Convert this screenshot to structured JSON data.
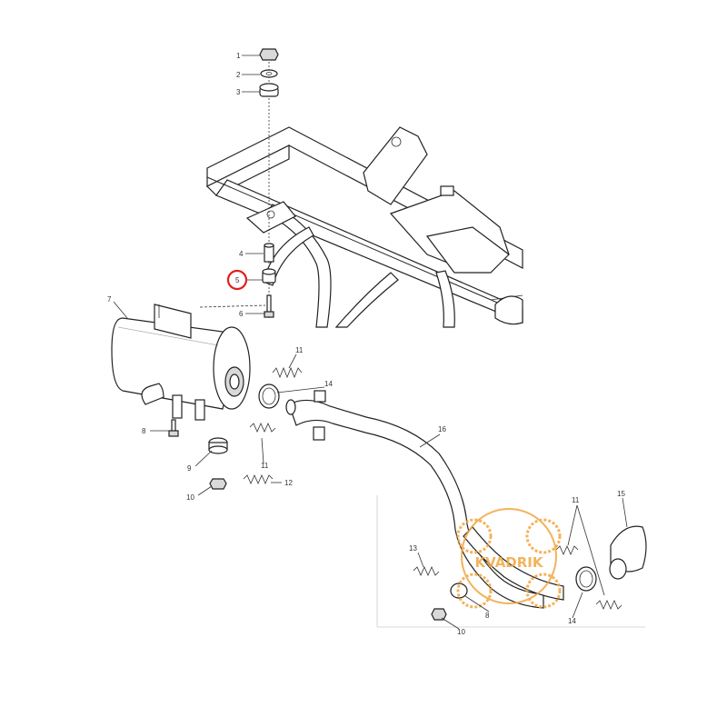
{
  "callouts": {
    "p1": "1",
    "p2": "2",
    "p3": "3",
    "p4": "4",
    "p5": "5",
    "p6": "6",
    "p7": "7",
    "p8a": "8",
    "p8b": "8",
    "p9a": "9",
    "p10a": "10",
    "p10b": "10",
    "p11a": "11",
    "p11b": "11",
    "p11c": "11",
    "p12": "12",
    "p13": "13",
    "p14a": "14",
    "p14b": "14",
    "p15": "15",
    "p16": "16"
  },
  "highlighted_part": "5",
  "watermark": {
    "brand": "KVADRIK",
    "color": "#f1a640"
  },
  "colors": {
    "highlight_ring": "#e02020",
    "line": "#222222"
  }
}
